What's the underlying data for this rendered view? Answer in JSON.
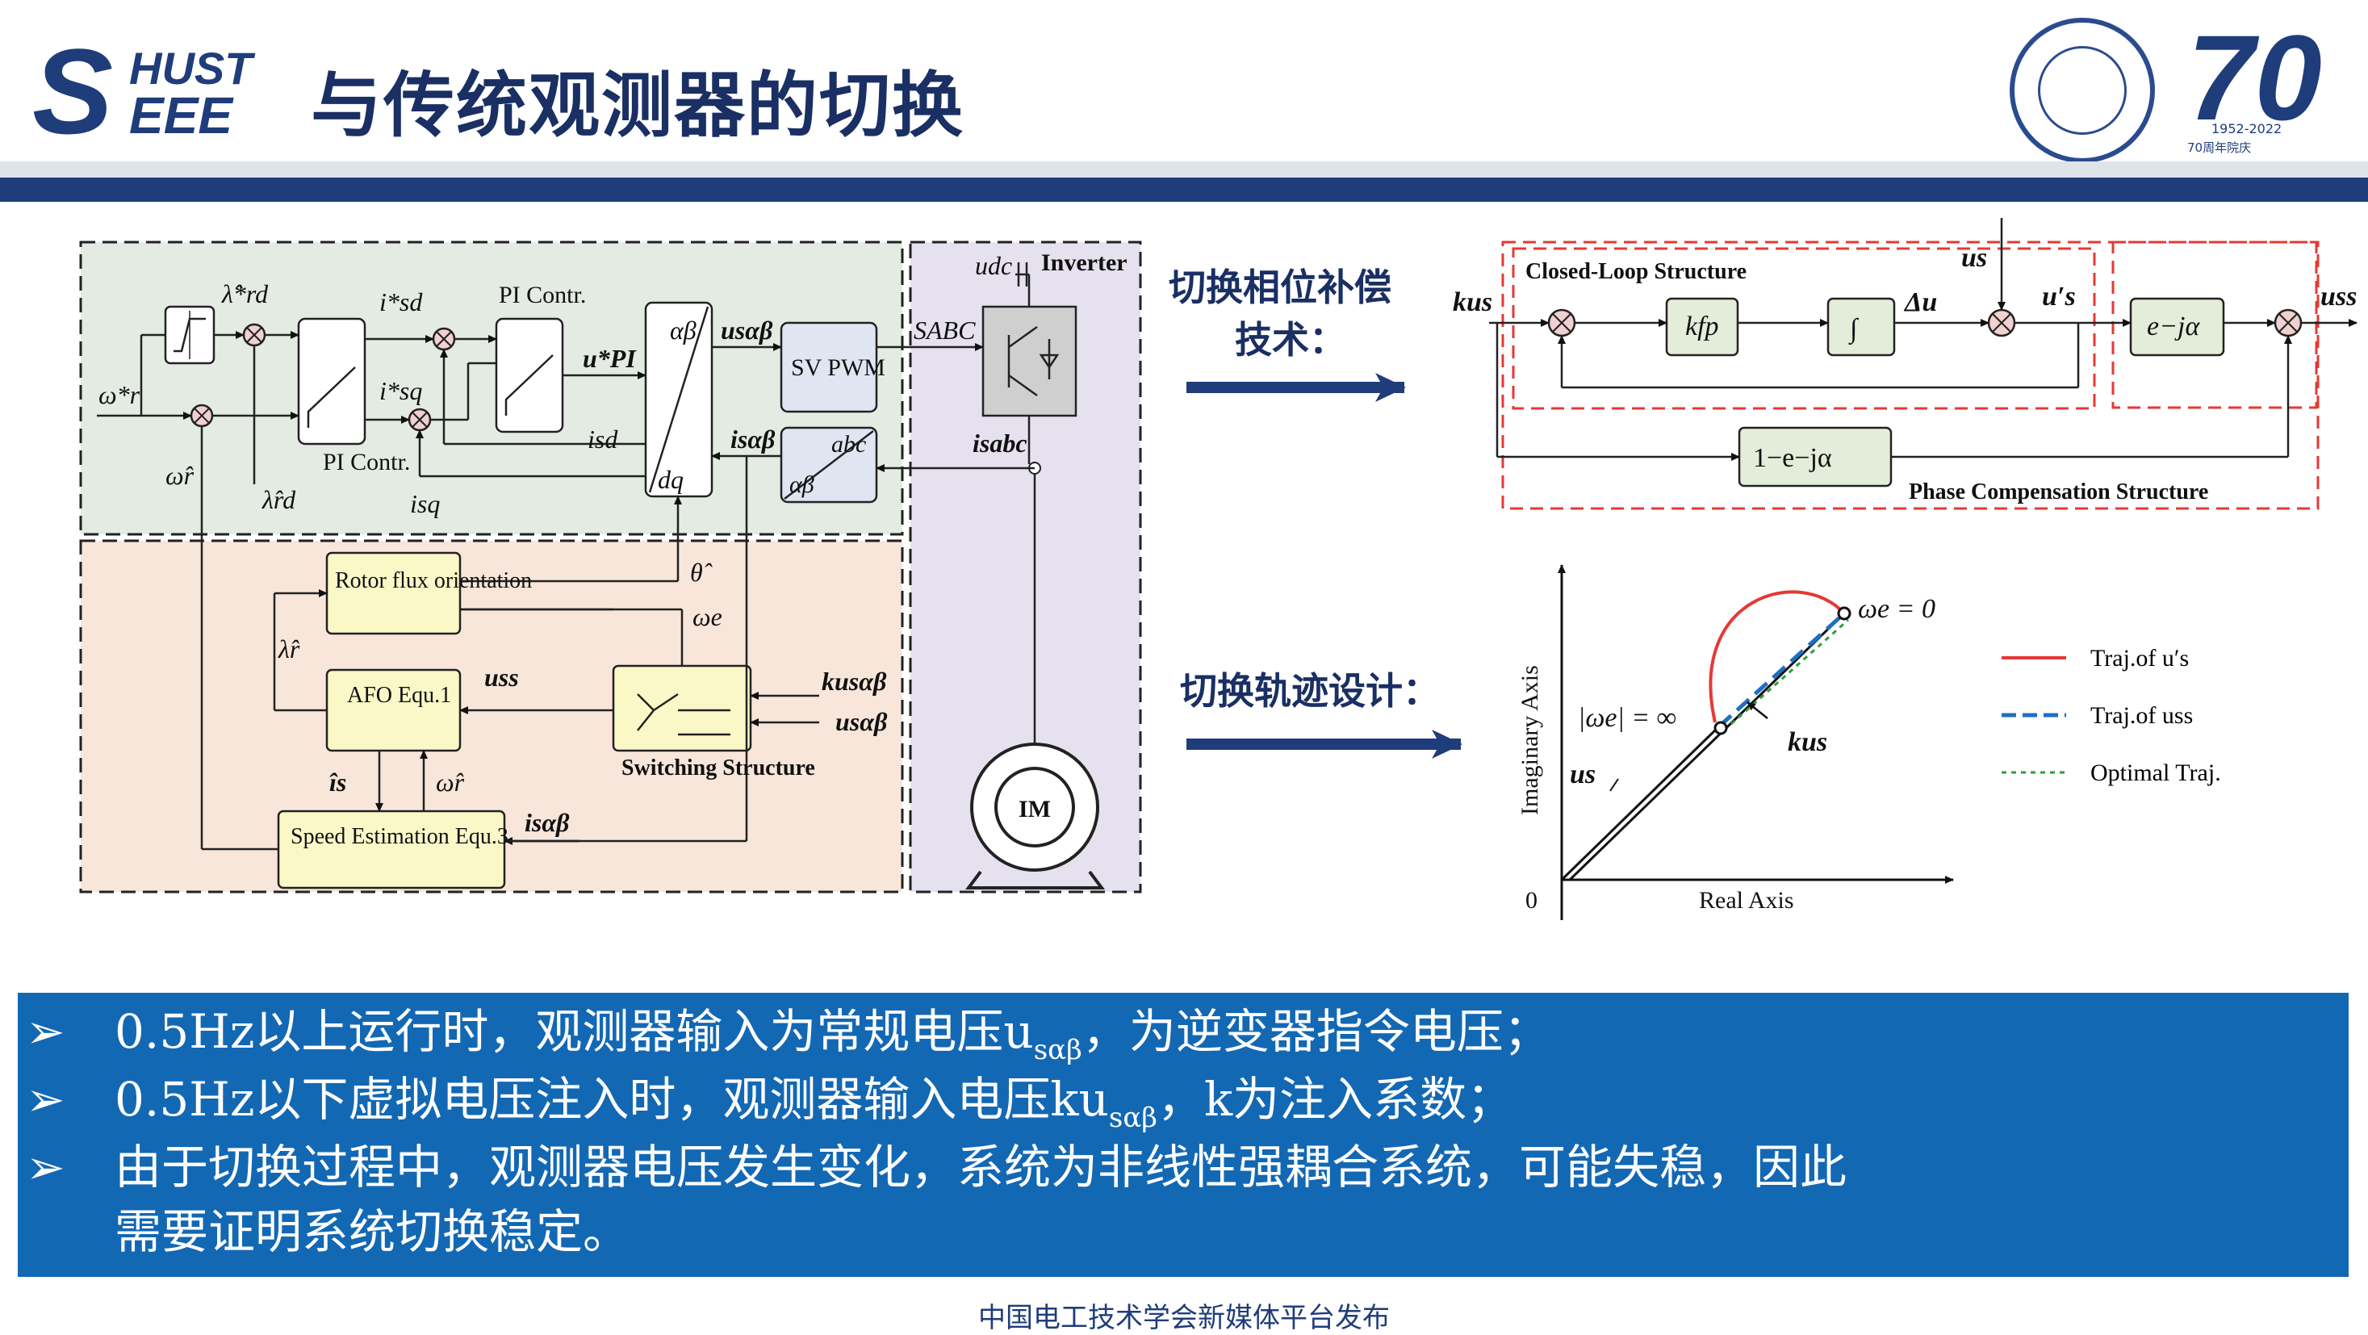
{
  "header": {
    "logo_s": "S",
    "logo_hust": "HUST",
    "logo_eee": "EEE",
    "title": "与传统观测器的切换",
    "anniv_number": "70",
    "anniv_years": "1952-2022",
    "anniv_caption": "70周年院庆"
  },
  "diagram": {
    "omega_r_star": "ω*r",
    "lambda_rd_star": "λ̂*rd",
    "omega_r_hat": "ω̂r",
    "lambda_rd_hat": "λ̂rd",
    "pi_contr_bottom": "PI Contr.",
    "pi_contr_top": "PI Contr.",
    "isd_star": "i*sd",
    "isq_star": "i*sq",
    "isd": "isd",
    "isq": "isq",
    "u_pi_star": "u*PI",
    "alpha_beta": "αβ",
    "dq": "dq",
    "u_salphabeta": "usαβ",
    "i_salphabeta": "isαβ",
    "sv_pwm": "SV PWM",
    "abc": "abc",
    "ab2": "αβ",
    "s_abc": "SABC",
    "i_sabc": "isabc",
    "udc": "udc",
    "inverter": "Inverter",
    "im": "IM",
    "rotor_flux": "Rotor flux orientation",
    "theta_hat": "θ̂",
    "omega_e": "ωe",
    "lambda_r_hat": "λ̂r",
    "afo": "AFO Equ.1",
    "us_s": "uss",
    "k_usab": "kusαβ",
    "usab": "usαβ",
    "switching": "Switching Structure",
    "is_hat": "îs",
    "omega_r_hat2": "ω̂r",
    "speed_est": "Speed Estimation Equ.3",
    "isab_in": "isαβ"
  },
  "phase_comp": {
    "section_label_1": "切换相位补偿",
    "section_label_2": "技术：",
    "k_us": "kus",
    "closed_loop": "Closed-Loop Structure",
    "kfp": "kfp",
    "integral": "∫",
    "delta_u": "Δu",
    "us_top": "us",
    "us_prime": "u′s",
    "exp": "e−jα",
    "us_out": "uss",
    "one_minus": "1−e−jα",
    "phase_comp_label": "Phase Compensation  Structure"
  },
  "trajectory": {
    "section_label": "切换轨迹设计：",
    "y_axis": "Imaginary Axis",
    "x_axis": "Real Axis",
    "origin": "0",
    "omega_zero": "ωe = 0",
    "omega_inf": "|ωe| = ∞",
    "k_us": "kus",
    "us": "us",
    "legend": [
      {
        "label": "Traj.of u′s",
        "color": "#e53935"
      },
      {
        "label": "Traj.of uss",
        "color": "#1e6fc2"
      },
      {
        "label": "Optimal Traj.",
        "color": "#2e9e3e"
      }
    ]
  },
  "bullets": [
    {
      "marker": "➢",
      "pre": "0.5Hz以上运行时，观测器输入为常规电压u",
      "sub": "sαβ",
      "post": "，为逆变器指令电压；"
    },
    {
      "marker": "➢",
      "pre": "0.5Hz以下虚拟电压注入时，观测器输入电压ku",
      "sub": "sαβ",
      "post": "，k为注入系数；"
    },
    {
      "marker": "➢",
      "pre": "由于切换过程中，观测器电压发生变化，系统为非线性强耦合系统，可能失稳，因此",
      "sub": "",
      "post": ""
    },
    {
      "marker": "",
      "pre": "需要证明系统切换稳定。",
      "sub": "",
      "post": ""
    }
  ],
  "footer": "中国电工技术学会新媒体平台发布",
  "colors": {
    "navy": "#1f3d7a",
    "bullet_bg": "#1368b4",
    "green_bg": "#e3ebe3",
    "orange_bg": "#f8e6da",
    "purple_bg": "#e6e1ee",
    "block_fill": "#fbf8c8",
    "red_dash": "#e53935"
  }
}
